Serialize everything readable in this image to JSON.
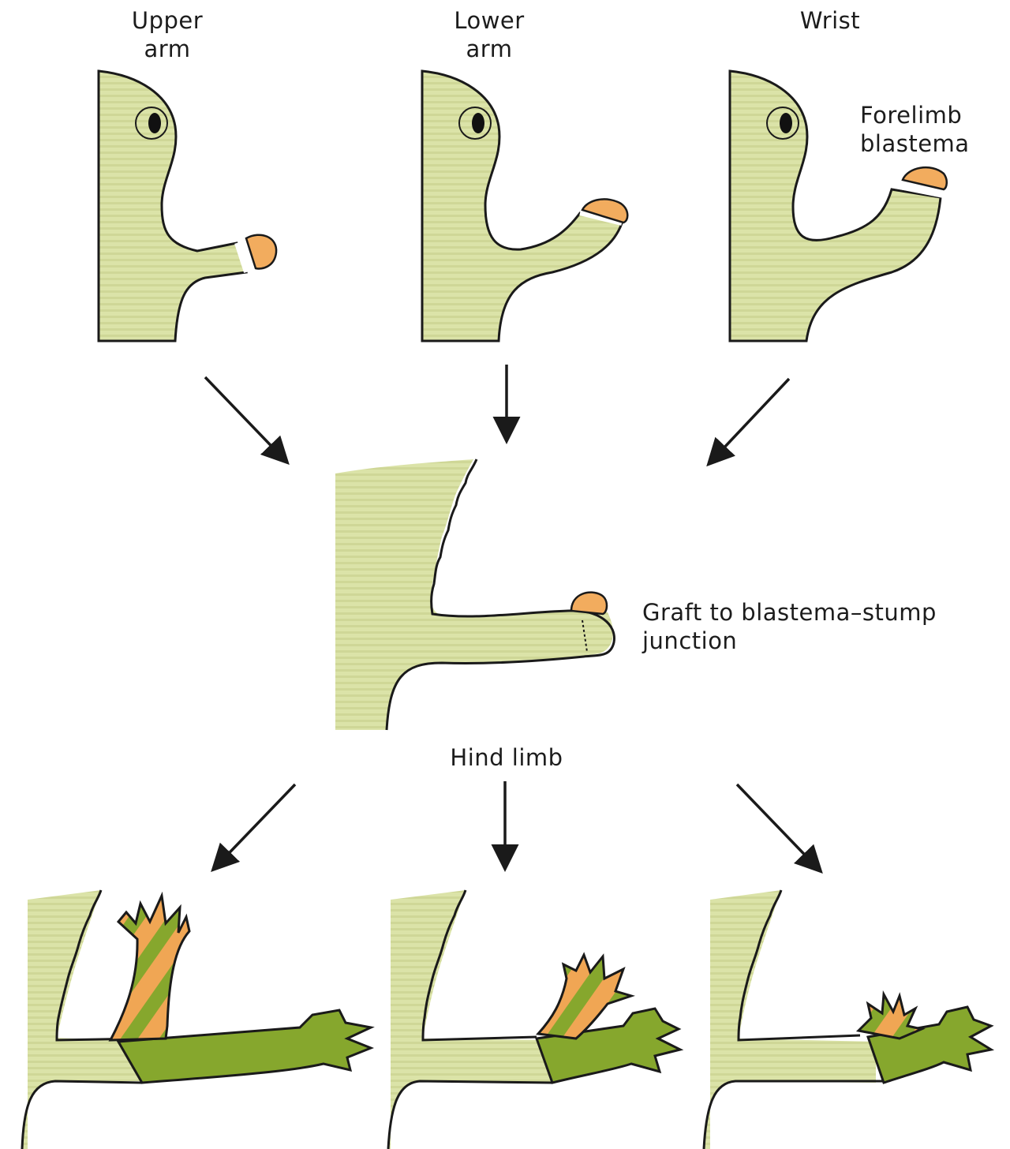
{
  "labels": {
    "upper_arm": "Upper\narm",
    "lower_arm": "Lower\narm",
    "wrist": "Wrist",
    "forelimb_blastema": "Forelimb\nblastema",
    "graft": "Graft to blastema–stump\njunction",
    "hind_limb": "Hind limb"
  },
  "colors": {
    "body": "#dbe3a8",
    "body_stripe": "#cfd797",
    "blastema": "#f2ac5e",
    "hind_green": "#86a72d",
    "hind_green_dark": "#6f8f22",
    "hind_orange": "#f0a654",
    "outline": "#1a1a1a"
  },
  "icons": [
    "arrow-icon",
    "eye-icon"
  ]
}
